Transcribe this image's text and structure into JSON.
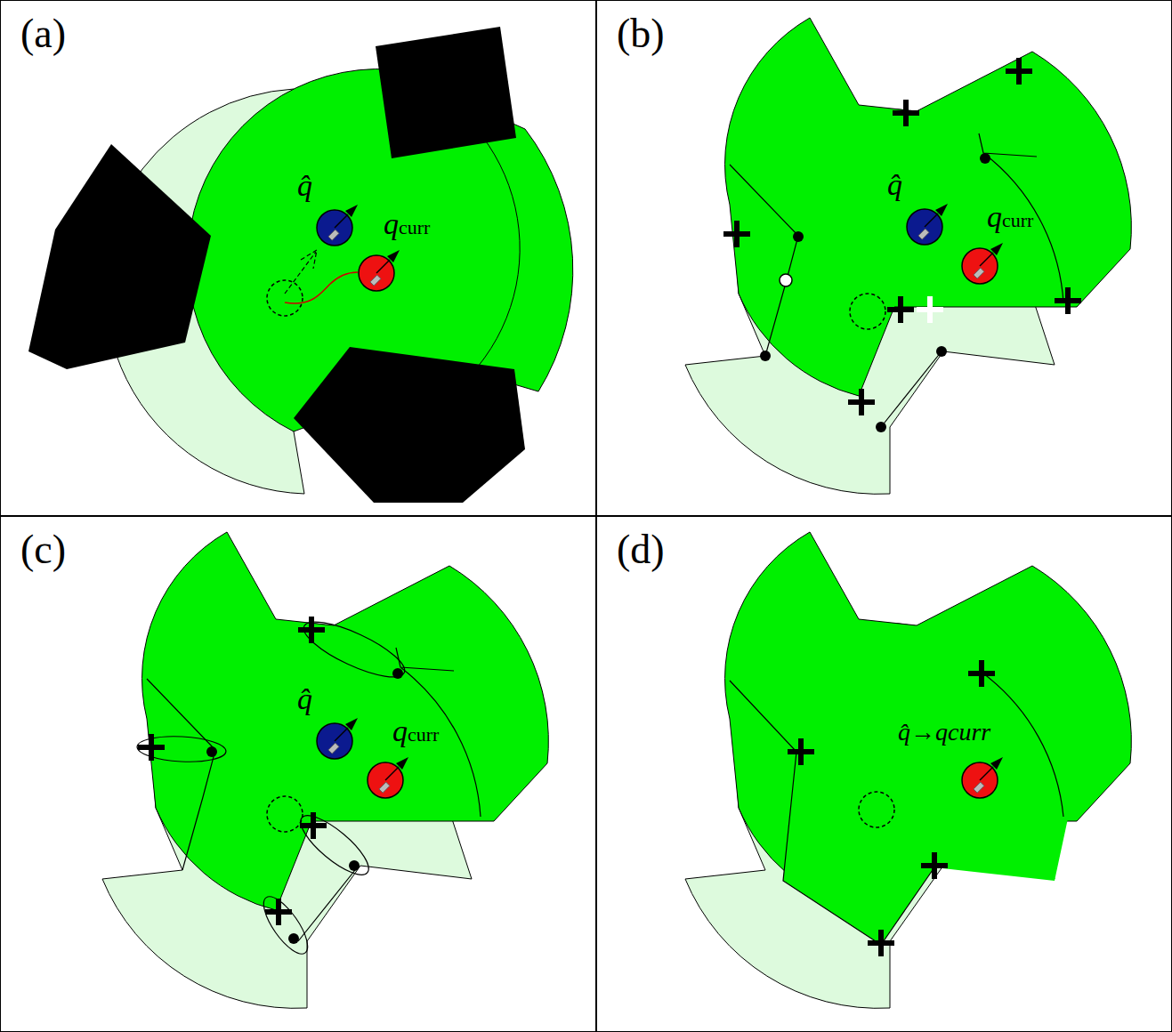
{
  "diagram": {
    "nodes": [
      {
        "text": [
          "(a)"
        ]
      },
      {
        "text": [
          "q̂"
        ],
        "in": 0
      },
      {
        "text": [
          "qcurr"
        ],
        "in": 0
      },
      {
        "text": [
          "(b)"
        ]
      },
      {
        "text": [
          "q̂"
        ],
        "in": 3
      },
      {
        "text": [
          "qcurr"
        ],
        "in": 3
      },
      {
        "text": [
          "(c)"
        ]
      },
      {
        "text": [
          "q̂"
        ],
        "in": 6
      },
      {
        "text": [
          "qcurr"
        ],
        "in": 6
      },
      {
        "text": [
          "(d)"
        ]
      },
      {
        "text": [
          "q̂→qcurr"
        ],
        "in": 9
      }
    ]
  }
}
